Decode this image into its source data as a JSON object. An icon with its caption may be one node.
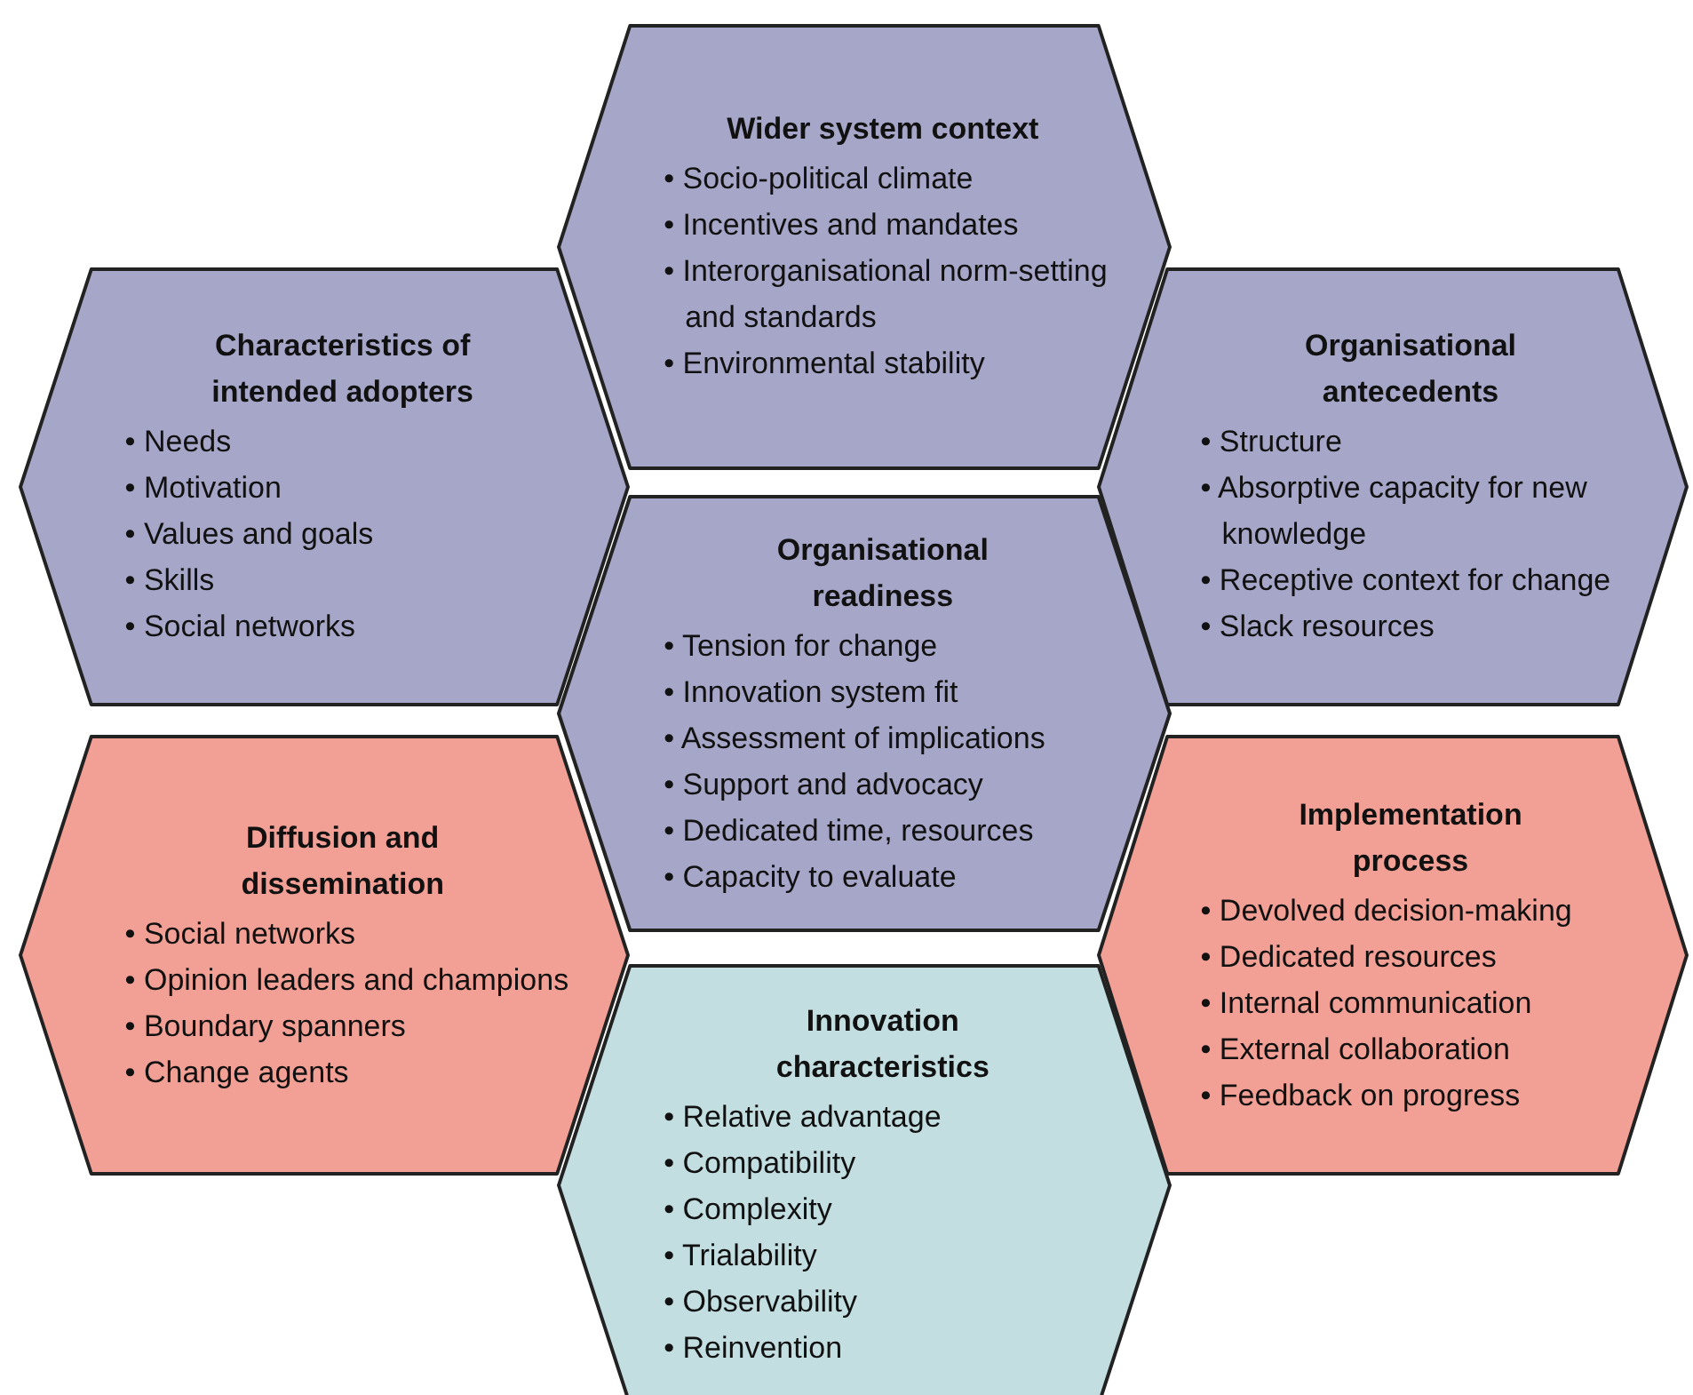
{
  "diagram": {
    "nodes": [
      {
        "text": [
          "Wider system context",
          "• Socio-political climate",
          "• Incentives and mandates",
          "• Interorganisational norm-setting and standards",
          "• Environmental stability"
        ]
      },
      {
        "text": [
          "Characteristics of intended adopters",
          "• Needs",
          "• Motivation",
          "• Values and goals",
          "• Skills",
          "• Social networks"
        ]
      },
      {
        "text": [
          "Organisational antecedents",
          "• Structure",
          "• Absorptive capacity for new knowledge",
          "• Receptive context for change",
          "• Slack resources"
        ]
      },
      {
        "text": [
          "Organisational readiness",
          "• Tension for change",
          "• Innovation system fit",
          "• Assessment of implications",
          "• Support and advocacy",
          "• Dedicated time, resources",
          "• Capacity to evaluate"
        ]
      },
      {
        "text": [
          "Diffusion and dissemination",
          "• Social networks",
          "• Opinion leaders and champions",
          "• Boundary spanners",
          "• Change agents"
        ]
      },
      {
        "text": [
          "Implementation process",
          "• Devolved decision-making",
          "• Dedicated resources",
          "• Internal communication",
          "• External collaboration",
          "• Feedback on progress"
        ]
      },
      {
        "text": [
          "Innovation characteristics",
          "• Relative advantage",
          "• Compatibility",
          "• Complexity",
          "• Trialability",
          "• Observability",
          "• Reinvention"
        ]
      }
    ],
    "edges": []
  }
}
